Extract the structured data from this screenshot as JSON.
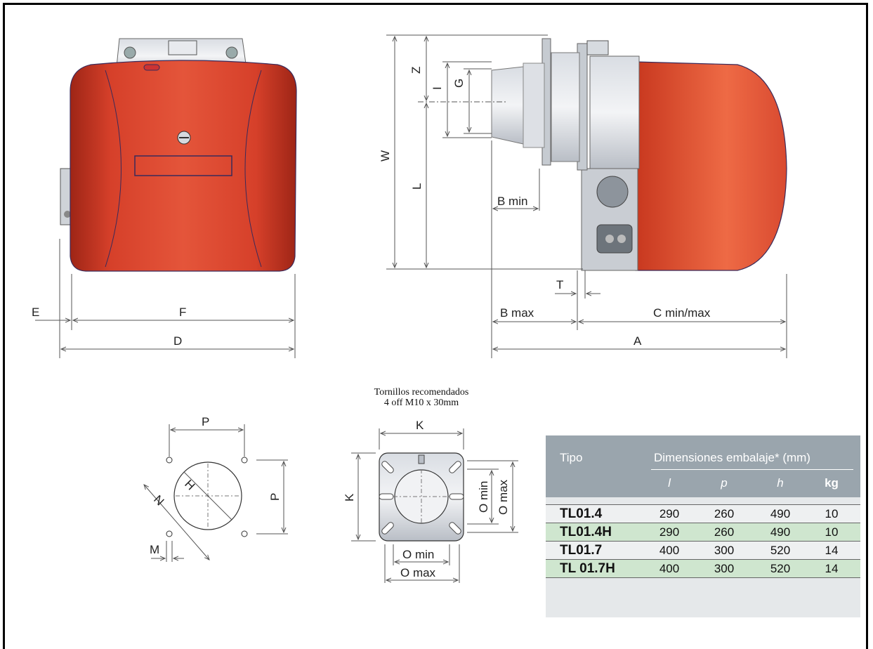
{
  "front_view": {
    "E": "E",
    "F": "F",
    "D": "D"
  },
  "side_view": {
    "Z": "Z",
    "I": "I",
    "G": "G",
    "W": "W",
    "L": "L",
    "B_min": "B min",
    "T": "T",
    "B_max": "B max",
    "C": "C min/max",
    "A": "A"
  },
  "flange_holes": {
    "P_top": "P",
    "P_side": "P",
    "H": "H",
    "N": "N",
    "M": "M"
  },
  "flange_plate": {
    "note_line1": "Tornillos recomendados",
    "note_line2": "4 off M10 x 30mm",
    "K_top": "K",
    "K_side": "K",
    "O_min_right": "O min",
    "O_max_right": "O max",
    "O_min_bottom": "O min",
    "O_max_bottom": "O max"
  },
  "colors": {
    "burner_red": "#d9442a",
    "burner_dark": "#a9271a",
    "table_header": "#9aa5ad",
    "row_green": "#cfe6cf"
  },
  "table": {
    "col_tipo": "Tipo",
    "col_dims": "Dimensiones embalaje* (mm)",
    "sub_l": "l",
    "sub_p": "p",
    "sub_h": "h",
    "sub_kg": "kg",
    "rows": [
      {
        "name": "TL01.4",
        "l": "290",
        "p": "260",
        "h": "490",
        "kg": "10"
      },
      {
        "name": "TL01.4H",
        "l": "290",
        "p": "260",
        "h": "490",
        "kg": "10"
      },
      {
        "name": "TL01.7",
        "l": "400",
        "p": "300",
        "h": "520",
        "kg": "14"
      },
      {
        "name": "TL 01.7H",
        "l": "400",
        "p": "300",
        "h": "520",
        "kg": "14"
      }
    ]
  }
}
